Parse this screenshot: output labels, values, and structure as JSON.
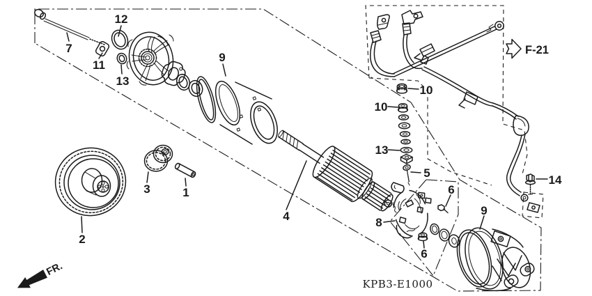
{
  "figure": {
    "diagram_code": "KPB3-E1000",
    "page_ref": "F-21",
    "front_marker": "FR."
  },
  "colors": {
    "line": "#1a1a1a",
    "background": "#ffffff"
  },
  "callouts": [
    "7",
    "11",
    "12",
    "13",
    "9",
    "2",
    "3",
    "1",
    "4",
    "10",
    "10",
    "13",
    "5",
    "6",
    "8",
    "6",
    "9",
    "14"
  ]
}
